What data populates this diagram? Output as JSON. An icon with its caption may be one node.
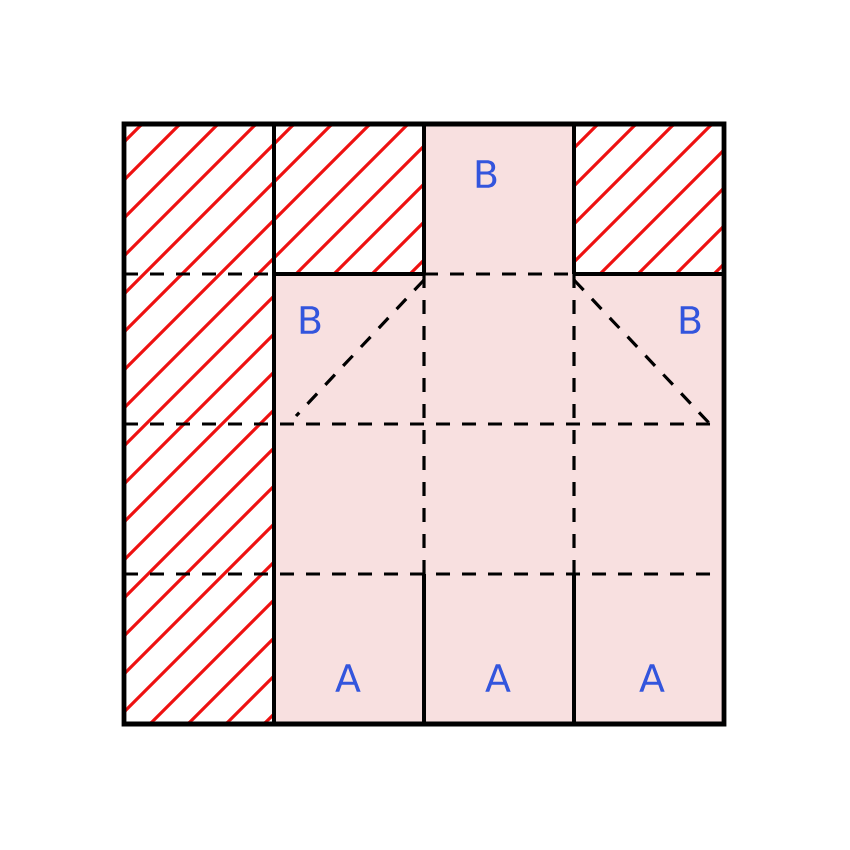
{
  "diagram": {
    "labels": [
      "B",
      "B",
      "B",
      "A",
      "A",
      "A"
    ]
  }
}
